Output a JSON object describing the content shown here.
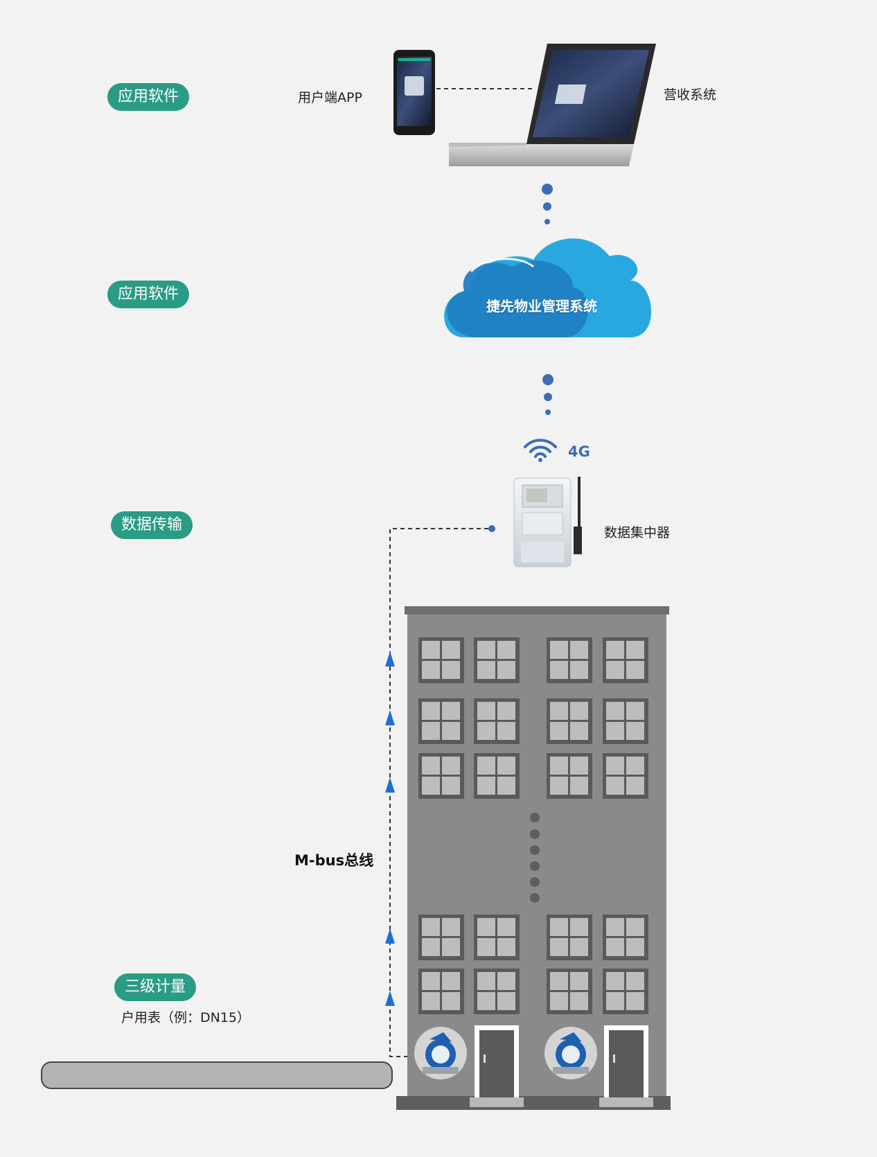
{
  "tiers": {
    "app_software_top": "应用软件",
    "app_software_mid": "应用软件",
    "data_transmission": "数据传输",
    "tertiary_metering": "三级计量"
  },
  "devices": {
    "user_app": "用户端APP",
    "billing_system": "营收系统",
    "cloud_platform": "捷先物业管理系统",
    "network": "4G",
    "concentrator": "数据集中器",
    "bus": "M-bus总线",
    "household_meter": "户用表（例：DN15）"
  },
  "colors": {
    "pill_bg": "#2a9b85",
    "dot_blue": "#3b6db3",
    "cloud_light": "#29a8e0",
    "cloud_dark": "#1f7fc2",
    "building": "#8a8a8a",
    "arrow_blue": "#1f6fd1"
  },
  "icons": [
    "smartphone-icon",
    "laptop-icon",
    "cloud-icon",
    "wifi-icon",
    "concentrator-icon",
    "building-icon",
    "water-meter-icon",
    "door-icon",
    "pipe-icon"
  ]
}
